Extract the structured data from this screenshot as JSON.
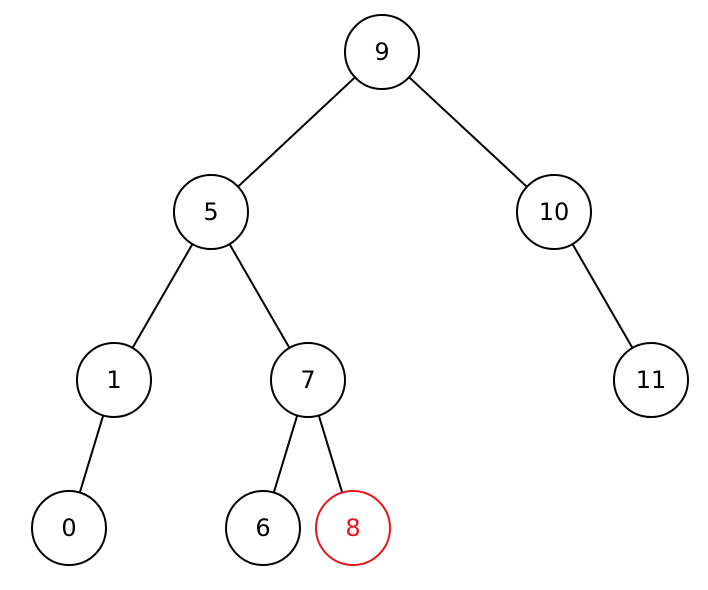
{
  "tree": {
    "colors": {
      "default": "#000000",
      "highlight": "#e8141b"
    },
    "nodes": [
      {
        "id": "n9",
        "label": "9",
        "highlight": false
      },
      {
        "id": "n5",
        "label": "5",
        "highlight": false
      },
      {
        "id": "n10",
        "label": "10",
        "highlight": false
      },
      {
        "id": "n1",
        "label": "1",
        "highlight": false
      },
      {
        "id": "n7",
        "label": "7",
        "highlight": false
      },
      {
        "id": "n11",
        "label": "11",
        "highlight": false
      },
      {
        "id": "n0",
        "label": "0",
        "highlight": false
      },
      {
        "id": "n6",
        "label": "6",
        "highlight": false
      },
      {
        "id": "n8",
        "label": "8",
        "highlight": true
      }
    ],
    "edges": [
      {
        "from": "n9",
        "to": "n5"
      },
      {
        "from": "n9",
        "to": "n10"
      },
      {
        "from": "n5",
        "to": "n1"
      },
      {
        "from": "n5",
        "to": "n7"
      },
      {
        "from": "n10",
        "to": "n11"
      },
      {
        "from": "n1",
        "to": "n0"
      },
      {
        "from": "n7",
        "to": "n6"
      },
      {
        "from": "n7",
        "to": "n8"
      }
    ]
  }
}
